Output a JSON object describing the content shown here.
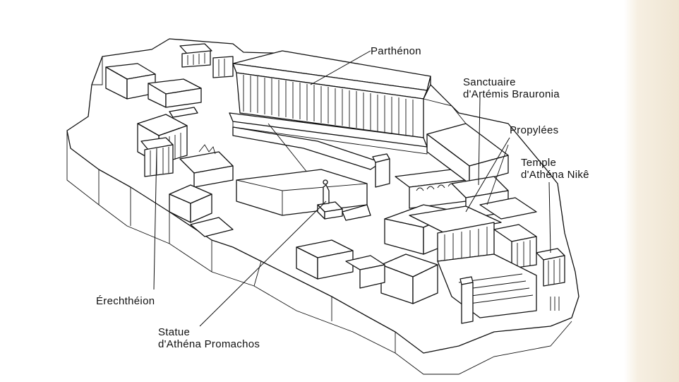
{
  "diagram": {
    "labels": {
      "parthenon": "Parthénon",
      "sanctuary": [
        "Sanctuaire",
        "d'Artémis Brauronia"
      ],
      "propylaea": "Propylées",
      "nike": [
        "Temple",
        "d'Athéna Nikê"
      ],
      "erechtheion": "Érechthéion",
      "statue": [
        "Statue",
        "d'Athéna Promachos"
      ]
    },
    "colors": {
      "ink": "#111111",
      "paper": "#ffffff",
      "edge": "#efe5d2"
    }
  }
}
